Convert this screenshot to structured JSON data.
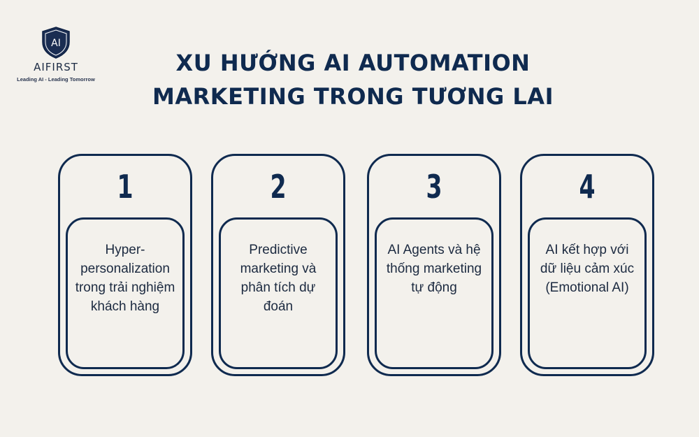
{
  "logo": {
    "shield_text": "AI",
    "name": "AIFIRST",
    "tagline": "Leading AI - Leading Tomorrow",
    "icon": "shield-icon"
  },
  "title": {
    "line1": "XU HƯỚNG AI AUTOMATION",
    "line2": "MARKETING TRONG TƯƠNG LAI"
  },
  "colors": {
    "background": "#f3f1ec",
    "navy": "#0f2a4f",
    "text": "#1c2a40"
  },
  "cards": [
    {
      "number": "1",
      "text": "Hyper-personalization trong trải nghiệm khách hàng"
    },
    {
      "number": "2",
      "text": "Predictive marketing và phân tích dự đoán"
    },
    {
      "number": "3",
      "text": "AI Agents và hệ thống marketing tự động"
    },
    {
      "number": "4",
      "text": "AI kết hợp với dữ liệu cảm xúc (Emotional AI)"
    }
  ]
}
